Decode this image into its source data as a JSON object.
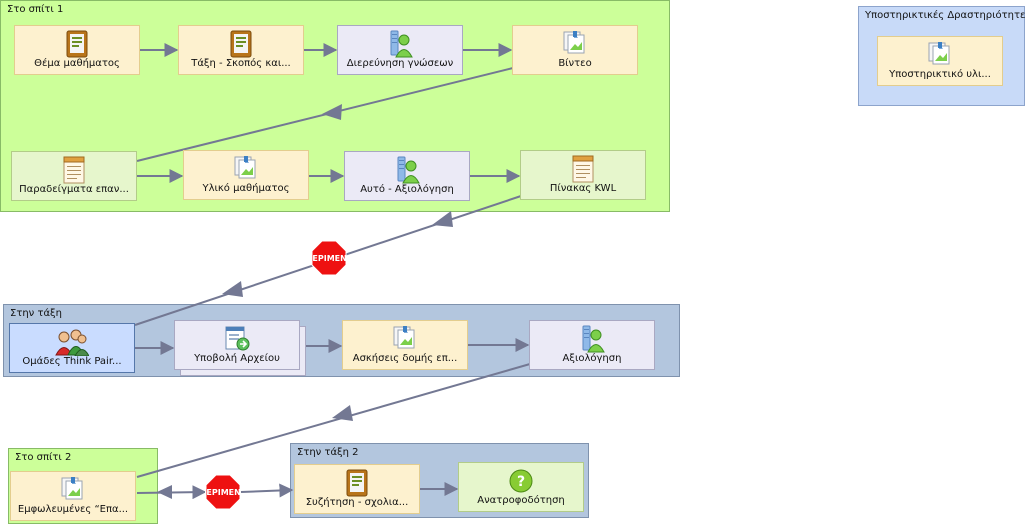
{
  "groups": {
    "home1": "Στο σπίτι 1",
    "support": "Υποστηρικτικές Δραστηριότητες",
    "class1": "Στην τάξη",
    "home2": "Στο σπίτι 2",
    "class2": "Στην τάξη 2"
  },
  "activities": {
    "a1": {
      "label": "Θέμα μαθήματος",
      "icon": "notebook-icon"
    },
    "a2": {
      "label": "Τάξη - Σκοπός και...",
      "icon": "notebook-icon"
    },
    "a3": {
      "label": "Διερεύνηση γνώσεων",
      "icon": "user-test-icon"
    },
    "a4": {
      "label": "Βίντεο",
      "icon": "image-resource-icon"
    },
    "a5": {
      "label": "Παραδείγματα επαν...",
      "icon": "notepad-icon"
    },
    "a6": {
      "label": "Υλικό μαθήματος",
      "icon": "image-resource-icon"
    },
    "a7": {
      "label": "Αυτό - Αξιολόγηση",
      "icon": "user-test-icon"
    },
    "a8": {
      "label": "Πίνακας KWL",
      "icon": "notepad-icon"
    },
    "s1": {
      "label": "Υποστηρικτικό υλι...",
      "icon": "image-resource-icon"
    },
    "c1": {
      "label": "Ομάδες Think Pair...",
      "icon": "group-people-icon"
    },
    "c2": {
      "label": "Υποβολή Αρχείου",
      "icon": "file-submit-icon"
    },
    "c3": {
      "label": "Ασκήσεις δομής επ...",
      "icon": "image-resource-icon"
    },
    "c4": {
      "label": "Αξιολόγηση",
      "icon": "user-test-icon"
    },
    "h1": {
      "label": "Εμφωλευμένες “Επα...",
      "icon": "image-resource-icon"
    },
    "t1": {
      "label": "Συζήτηση - σχολια...",
      "icon": "notebook-icon"
    },
    "t2": {
      "label": "Ανατροφοδότηση",
      "icon": "question-icon"
    }
  },
  "stops": {
    "stop1": "ΠΕΡΙΜΕΝΕ",
    "stop2": "ΠΕΡΙΜΕΝΕ"
  },
  "colors": {
    "green_group": "#ccff99",
    "blue_group": "#b3c6de",
    "support_group": "#c8daf8",
    "arrow": "#737893",
    "stop": "#ee1111"
  }
}
